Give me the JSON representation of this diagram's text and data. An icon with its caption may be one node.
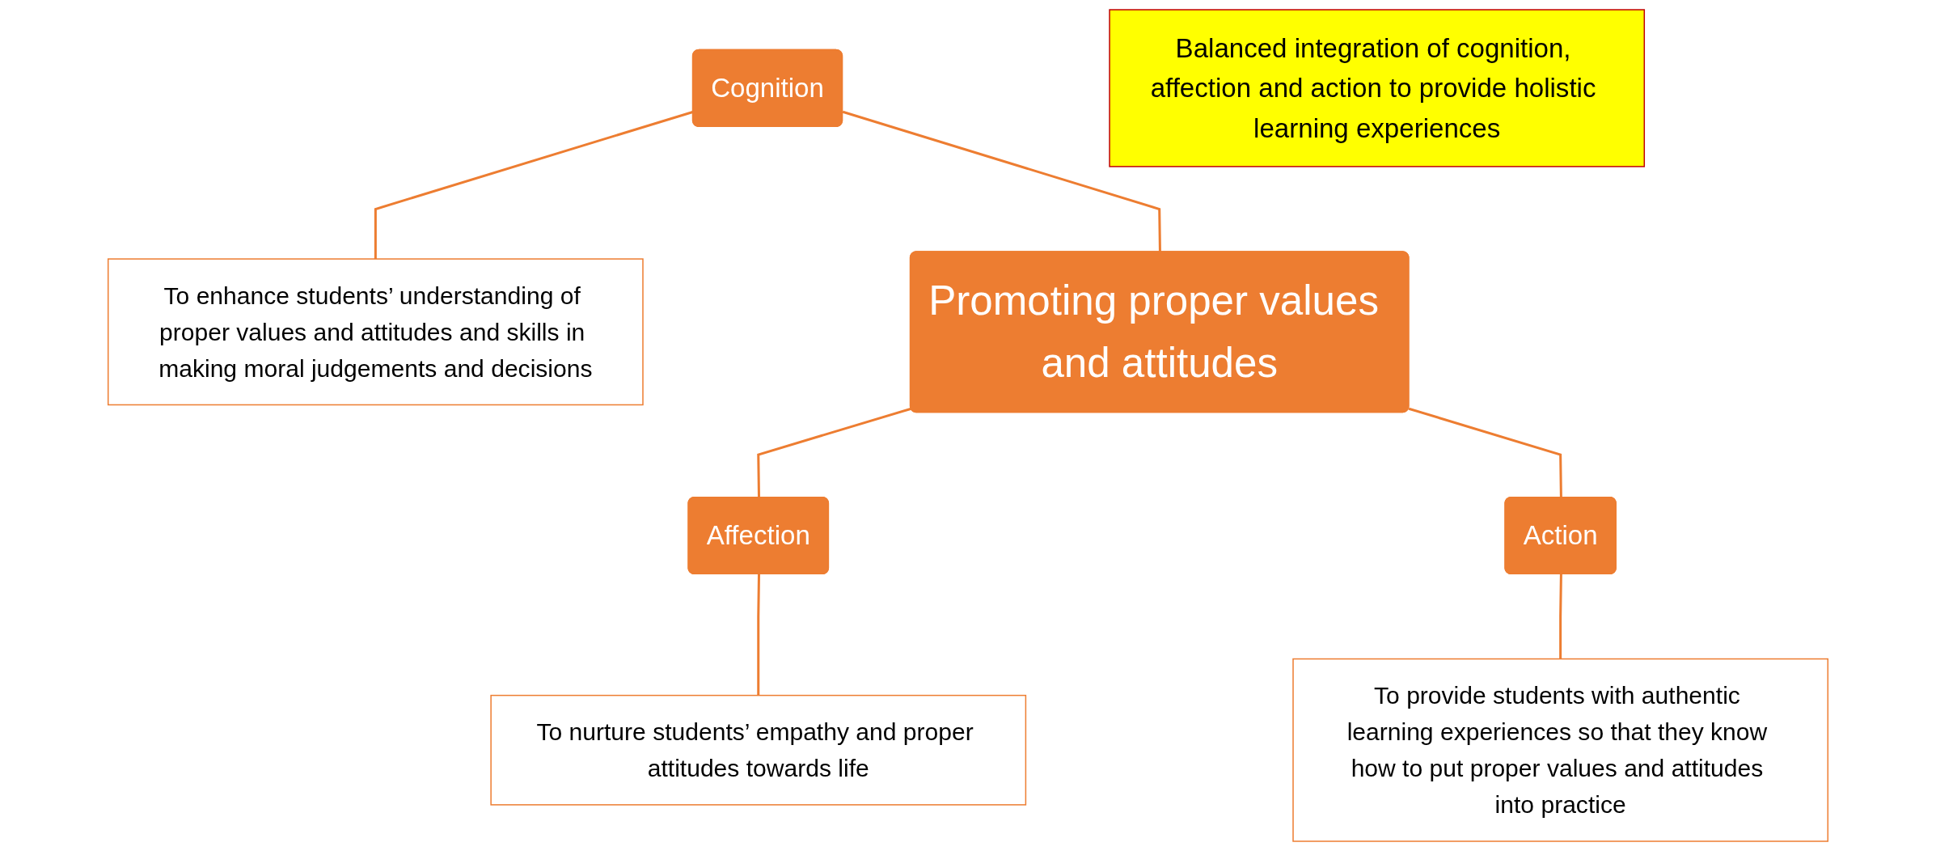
{
  "diagram": {
    "nodes": [
      {
        "text": [
          "Balanced integration of cognition, affection and action to provide holistic learning experiences"
        ]
      },
      {
        "text": [
          "Cognition"
        ]
      },
      {
        "text": [
          "To enhance students’ understanding of proper values and attitudes and skills in making moral judgements and decisions"
        ]
      },
      {
        "text": [
          "Promoting proper values and attitudes"
        ]
      },
      {
        "text": [
          "To nurture students’ empathy and proper attitudes towards life"
        ]
      },
      {
        "text": [
          "Affection"
        ]
      },
      {
        "text": [
          "Action"
        ]
      },
      {
        "text": [
          "To provide students with authentic learning experiences so that they know how to put proper values and attitudes into practice"
        ]
      }
    ],
    "edges": [
      {
        "from": 1,
        "to": 3,
        "arrow": "none"
      },
      {
        "from": 3,
        "to": 5,
        "arrow": "none"
      },
      {
        "from": 3,
        "to": 6,
        "arrow": "none"
      },
      {
        "from": 1,
        "to": 2,
        "arrow": "none"
      },
      {
        "from": 5,
        "to": 4,
        "arrow": "none"
      },
      {
        "from": 6,
        "to": 7,
        "arrow": "none"
      }
    ]
  }
}
